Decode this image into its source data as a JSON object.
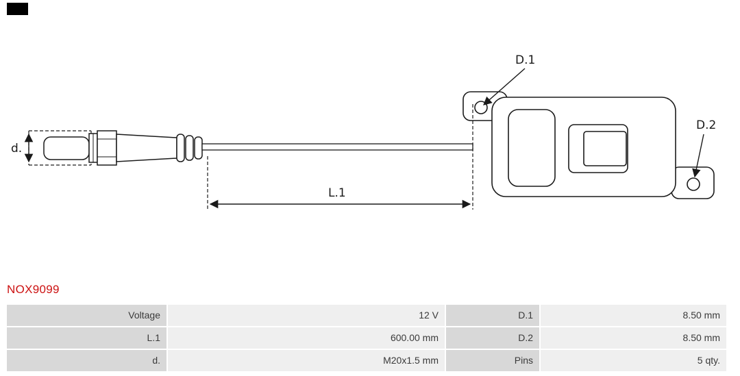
{
  "part": {
    "number": "NOX9099",
    "accent_color": "#cc1111"
  },
  "diagram": {
    "type": "technical-drawing",
    "description": "NOx sensor with probe, cable and control unit, dimension callouts",
    "labels": {
      "d": "d.",
      "l1": "L.1",
      "d1": "D.1",
      "d2": "D.2"
    }
  },
  "table": {
    "rows": [
      {
        "c1": "Voltage",
        "c2": "12 V",
        "c3": "D.1",
        "c4": "8.50 mm"
      },
      {
        "c1": "L.1",
        "c2": "600.00 mm",
        "c3": "D.2",
        "c4": "8.50 mm"
      },
      {
        "c1": "d.",
        "c2": "M20x1.5 mm",
        "c3": "Pins",
        "c4": "5 qty."
      }
    ]
  }
}
